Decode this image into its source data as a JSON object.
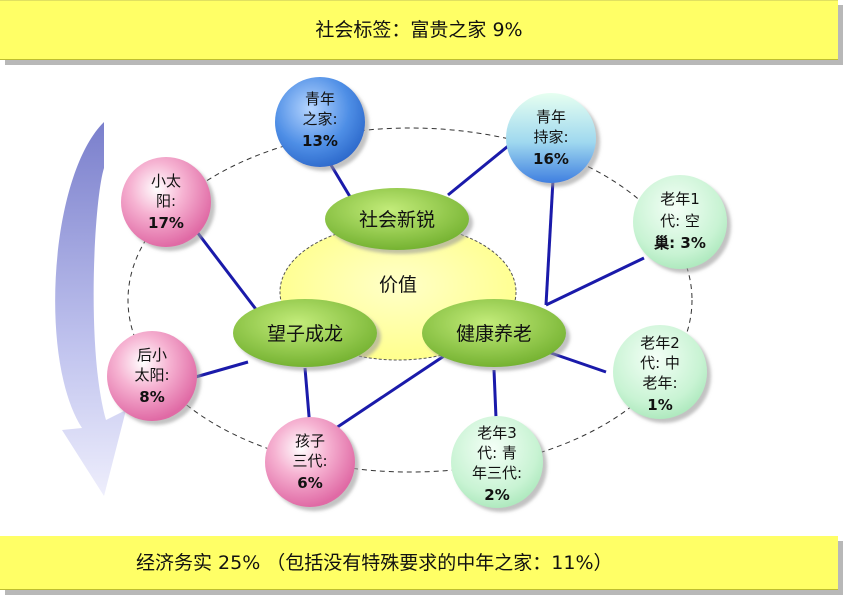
{
  "top_banner": "社会标签：富贵之家 9%",
  "bottom_banner": "经济务实 25% （包括没有特殊要求的中年之家：11%）",
  "core": "价值",
  "hubs": {
    "social": "社会新锐",
    "hope": "望子成龙",
    "health": "健康养老"
  },
  "nodes": {
    "young_home": {
      "lines": [
        "青年",
        "之家:"
      ],
      "pct": "13%"
    },
    "young_keeper": {
      "lines": [
        "青年",
        "持家:"
      ],
      "pct": "16%"
    },
    "little_sun": {
      "lines": [
        "小太",
        "阳:"
      ],
      "pct": "17%"
    },
    "post_little_sun": {
      "lines": [
        "后小",
        "太阳:"
      ],
      "pct": "8%"
    },
    "child_three_gen": {
      "lines": [
        "孩子",
        "三代:"
      ],
      "pct": "6%"
    },
    "elder3": {
      "lines": [
        "老年3",
        "代: 青",
        "年三代:"
      ],
      "pct": "2%"
    },
    "elder2": {
      "lines": [
        "老年2",
        "代: 中",
        "老年:"
      ],
      "pct": "1%"
    },
    "elder1": {
      "lines": [
        "老年1",
        "代: 空"
      ],
      "last_line": "巢: 3%"
    }
  },
  "colors": {
    "banner": "#ffff66",
    "hub_green": "#8cc63f",
    "core_yellow": "#ffff99",
    "pink": "#ee88b8",
    "blue": "#4a90e2",
    "mint": "#c9f5d4",
    "connector": "#1a1aaa",
    "arrow": "#8a8ed8"
  }
}
